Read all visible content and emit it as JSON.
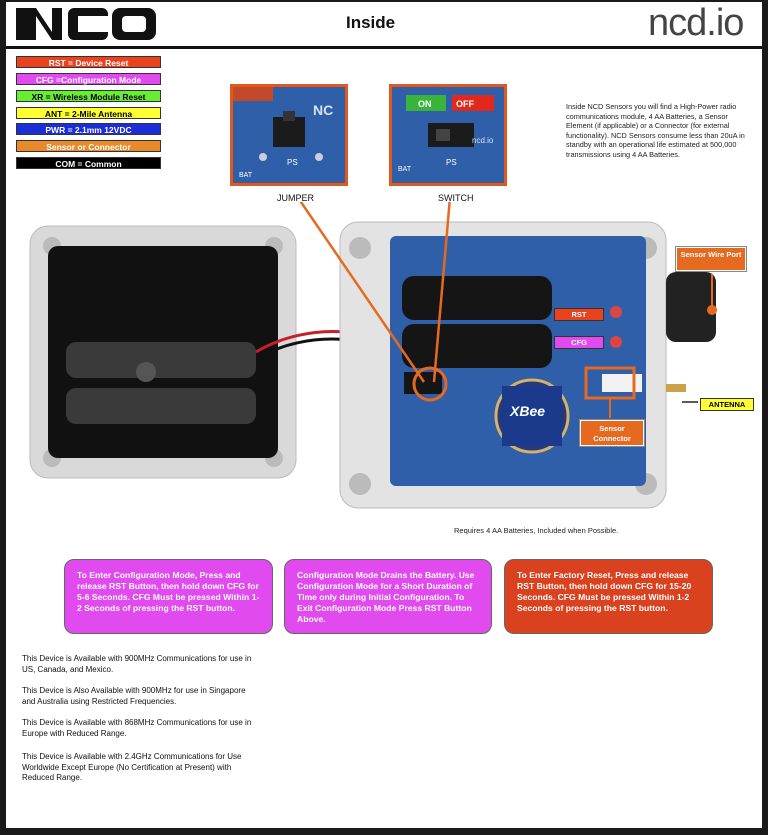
{
  "header": {
    "logo_left": "NCD",
    "title": "Inside",
    "logo_right": "ncd.io"
  },
  "legend": [
    {
      "text": "RST = Device Reset",
      "bg": "#e8421f",
      "color": "#ffffff"
    },
    {
      "text": "CFG =Configuration Mode",
      "bg": "#e04aef",
      "color": "#ffffff"
    },
    {
      "text": "XR = Wireless Module Reset",
      "bg": "#66ee33",
      "color": "#000000"
    },
    {
      "text": "ANT = 2-Mile Antenna",
      "bg": "#ffff33",
      "color": "#000000"
    },
    {
      "text": "PWR = 2.1mm 12VDC",
      "bg": "#1c2fd6",
      "color": "#ffffff"
    },
    {
      "text": "Sensor or Connector",
      "bg": "#e8892a",
      "color": "#ffffff"
    },
    {
      "text": "COM = Common",
      "bg": "#000000",
      "color": "#ffffff"
    }
  ],
  "intro": "Inside NCD Sensors you will find a High-Power radio communications module, 4 AA Batteries, a Sensor Element (if applicable) or a Connector (for external functionality).  NCD Sensors consume less than 20uA in standby with an operational life estimated at 500,000 transmissions using 4 AA Batteries.",
  "photos": {
    "jumper_caption": "JUMPER",
    "switch_caption": "SWITCH",
    "switch_on": "ON",
    "switch_off": "OFF",
    "board_text": "ncd.io",
    "ps_label": "PS",
    "bat_label": "BAT"
  },
  "callouts": {
    "sensor_wire_port": "Sensor Wire Port",
    "sensor_connector": "Sensor Connector",
    "antenna": "ANTENNA",
    "rst": "RST",
    "cfg": "CFG"
  },
  "requires": "Requires 4 AA Batteries, Included when Possible.",
  "boxes": {
    "config": "To Enter Configuration Mode, Press and release RST Button, then hold down CFG for 5-6  Seconds.  CFG Must be pressed Within 1-2 Seconds of pressing the RST button.",
    "drain": "Configuration Mode Drains the Battery. Use Configuration Mode for a Short Duration of Time only during Initial Configuration. To Exit Configuration Mode Press RST Button Above.",
    "factory": "To Enter Factory Reset, Press and release RST Button, then hold down CFG for 15-20  Seconds.  CFG Must be pressed Within 1-2 Seconds of pressing the RST button."
  },
  "notes": [
    "This Device is Available with 900MHz Communications for use in US, Canada, and Mexico.",
    "This Device is Also Available with 900MHz for use in Singapore and Australia using Restricted Frequencies.",
    "This Device is Available with 868MHz Communications for use in Europe with Reduced Range.",
    "This Device is Available with 2.4GHz Communications for Use Worldwide Except Europe (No Certification at Present) with Reduced Range."
  ],
  "colors": {
    "accent_orange": "#e56a1f",
    "box_magenta": "#e04aef",
    "box_red": "#d9411f",
    "board_blue": "#2f5fa8"
  }
}
